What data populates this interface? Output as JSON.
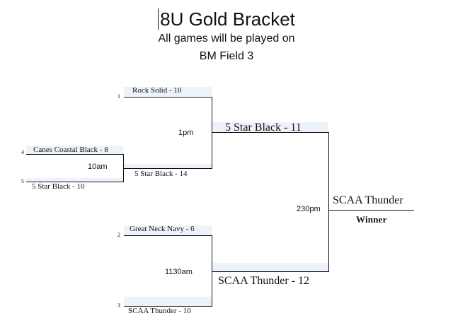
{
  "header": {
    "title": "8U Gold Bracket",
    "subtitle_line1": "All games will be played on",
    "subtitle_line2": "BM Field 3"
  },
  "bracket": {
    "first_round": {
      "team_top": "Canes Coastal Black - 8",
      "seed_top": "4",
      "team_bottom": "5 Star Black - 10",
      "seed_bottom": "5",
      "time": "10am"
    },
    "semifinal_top": {
      "team_top": "Rock Solid - 10",
      "seed_top": "1",
      "team_bottom": "5 Star Black - 14",
      "time": "1pm"
    },
    "semifinal_bottom": {
      "team_top": "Great Neck Navy - 6",
      "seed_top": "2",
      "team_bottom": "SCAA Thunder - 10",
      "seed_bottom": "3",
      "time": "1130am"
    },
    "final": {
      "team_top": "5 Star Black - 11",
      "team_bottom": "SCAA Thunder - 12",
      "time": "230pm"
    },
    "champion": {
      "team": "SCAA Thunder",
      "label": "Winner"
    }
  }
}
